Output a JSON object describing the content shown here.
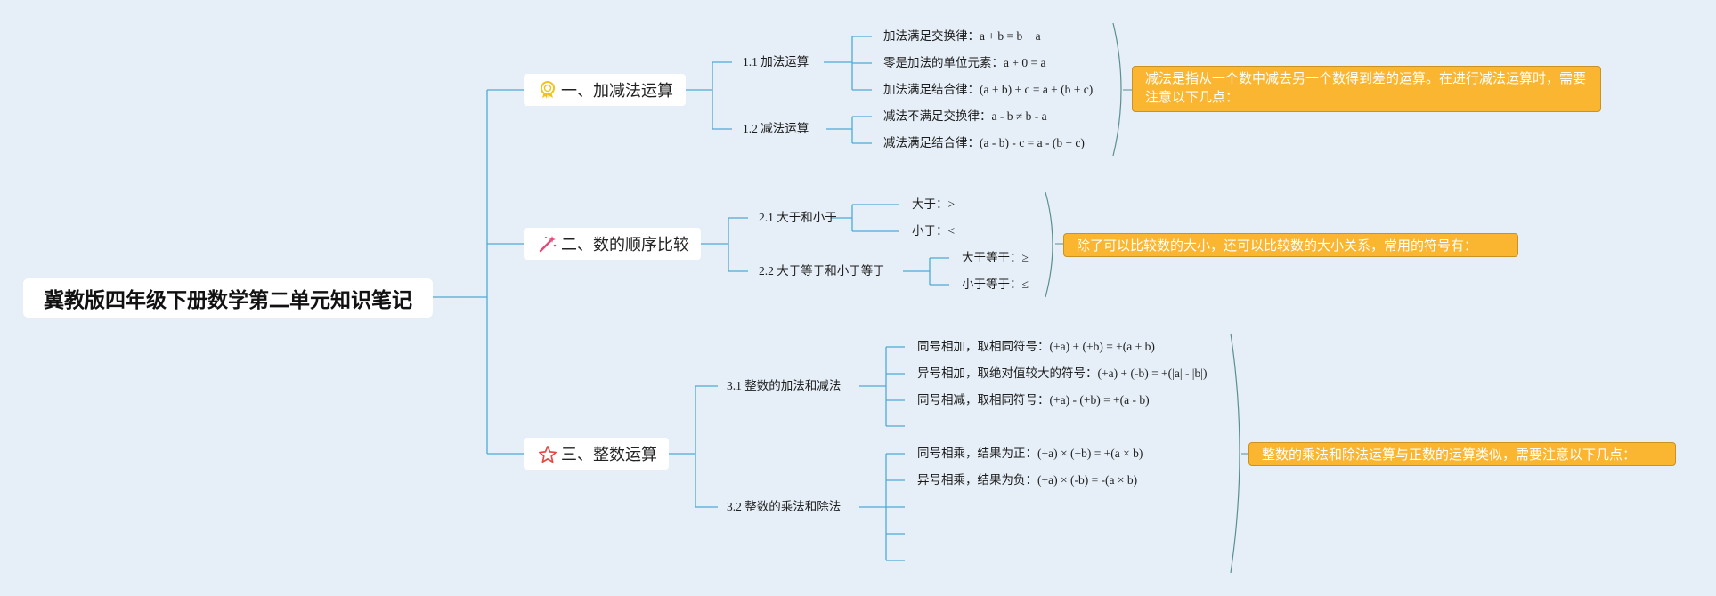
{
  "root": {
    "title": "冀教版四年级下册数学第二单元知识笔记"
  },
  "topics": [
    {
      "label": "一、加减法运算",
      "icon": "award-ribbon-icon",
      "subtopics": [
        {
          "label": "1.1 加法运算",
          "items": [
            "加法满足交换律：a + b = b + a",
            "零是加法的单位元素：a + 0 = a",
            "加法满足结合律：(a + b) + c = a + (b + c)"
          ]
        },
        {
          "label": "1.2 减法运算",
          "items": [
            "减法不满足交换律：a - b ≠ b - a",
            "减法满足结合律：(a - b) - c = a - (b + c)"
          ]
        }
      ],
      "note": "减法是指从一个数中减去另一个数得到差的运算。在进行减法运算时，需要注意以下几点："
    },
    {
      "label": "二、数的顺序比较",
      "icon": "magic-wand-icon",
      "subtopics": [
        {
          "label": "2.1 大于和小于",
          "items": [
            "大于：>",
            "小于：<"
          ]
        },
        {
          "label": "2.2 大于等于和小于等于",
          "items": [
            "大于等于：≥",
            "小于等于：≤"
          ]
        }
      ],
      "note": "除了可以比较数的大小，还可以比较数的大小关系，常用的符号有："
    },
    {
      "label": "三、整数运算",
      "icon": "star-icon",
      "subtopics": [
        {
          "label": "3.1 整数的加法和减法",
          "items": [
            "同号相加，取相同符号：(+a) + (+b) = +(a + b)",
            "异号相加，取绝对值较大的符号：(+a) + (-b) = +(|a| - |b|)",
            "同号相减，取相同符号：(+a) - (+b) = +(a - b)",
            ""
          ]
        },
        {
          "label": "3.2 整数的乘法和除法",
          "items": [
            "同号相乘，结果为正：(+a) × (+b) = +(a × b)",
            "异号相乘，结果为负：(+a) × (-b) = -(a × b)",
            "",
            "",
            ""
          ]
        }
      ],
      "note": "整数的乘法和除法运算与正数的运算类似，需要注意以下几点："
    }
  ],
  "colors": {
    "connector": "#4fa9d6",
    "bracket": "#5a8f90",
    "note_fill": "#fbb631",
    "background": "#e6eff8"
  }
}
